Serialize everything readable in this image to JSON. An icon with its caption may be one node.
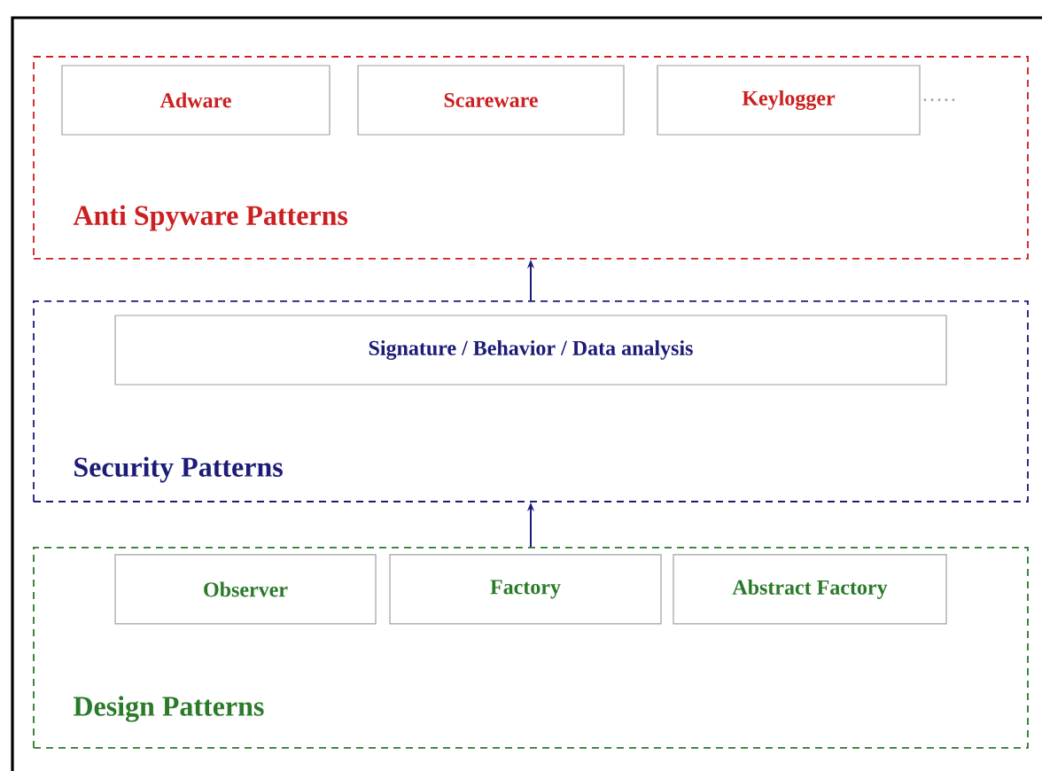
{
  "diagram": {
    "nodes": [
      {
        "text": [
          "Anti Spyware Patterns"
        ]
      },
      {
        "text": [
          "Adware"
        ],
        "in": 0
      },
      {
        "text": [
          "Scareware"
        ],
        "in": 0
      },
      {
        "text": [
          "Keylogger"
        ],
        "in": 0
      },
      {
        "text": [
          "Security Patterns"
        ]
      },
      {
        "text": [
          "Signature / Behavior / Data analysis"
        ],
        "in": 4
      },
      {
        "text": [
          "Design Patterns"
        ]
      },
      {
        "text": [
          "Observer"
        ],
        "in": 6
      },
      {
        "text": [
          "Factory"
        ],
        "in": 6
      },
      {
        "text": [
          "Abstract Factory"
        ],
        "in": 6
      }
    ],
    "edges": [
      {
        "from": 6,
        "to": 4,
        "arrow": "to"
      },
      {
        "from": 4,
        "to": 0,
        "arrow": "to"
      }
    ],
    "labels": [
      "·····"
    ]
  }
}
